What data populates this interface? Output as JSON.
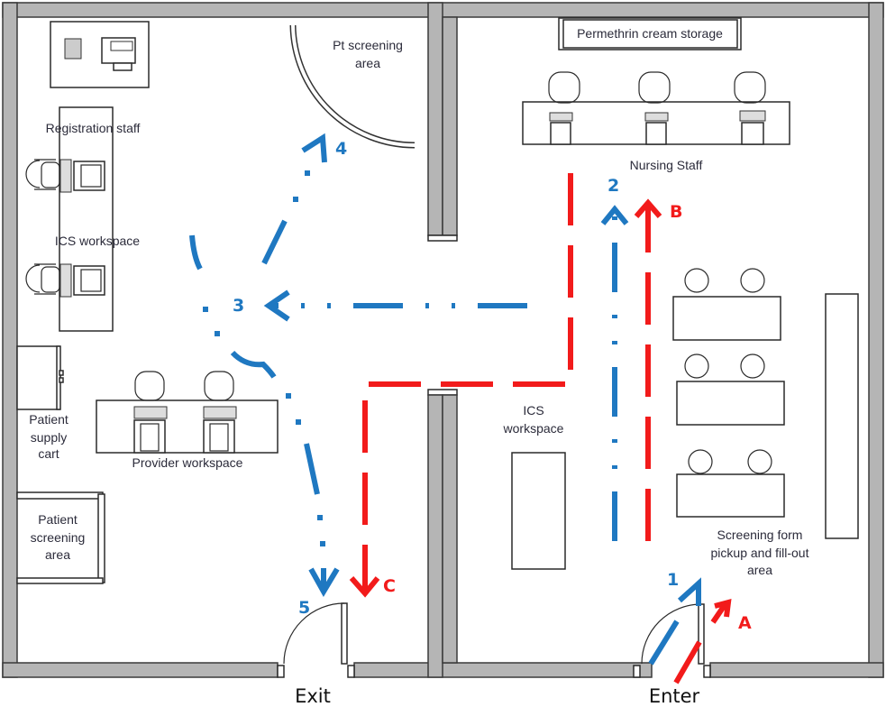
{
  "title": "Clinic floor plan with patient flow paths",
  "colors": {
    "wall": "#b5b5b5",
    "patient_path": "#1f78c1",
    "staff_path": "#f21b1b"
  },
  "rooms": {
    "left": {
      "labels": {
        "registration_staff": "Registration staff",
        "ics_workspace": "ICS workspace",
        "pt_screening_area_line1": "Pt screening",
        "pt_screening_area_line2": "area",
        "patient_supply_cart_line1": "Patient",
        "patient_supply_cart_line2": "supply",
        "patient_supply_cart_line3": "cart",
        "provider_workspace": "Provider workspace",
        "patient_screening_area_line1": "Patient",
        "patient_screening_area_line2": "screening",
        "patient_screening_area_line3": "area"
      }
    },
    "right": {
      "labels": {
        "permethrin_storage": "Permethrin cream storage",
        "nursing_staff": "Nursing Staff",
        "ics_workspace_line1": "ICS",
        "ics_workspace_line2": "workspace",
        "screening_form_line1": "Screening form",
        "screening_form_line2": "pickup and fill-out",
        "screening_form_line3": "area"
      }
    }
  },
  "doors": {
    "exit": "Exit",
    "enter": "Enter"
  },
  "path_markers": {
    "blue": [
      "1",
      "2",
      "3",
      "4",
      "5"
    ],
    "red": [
      "A",
      "B",
      "C"
    ]
  }
}
